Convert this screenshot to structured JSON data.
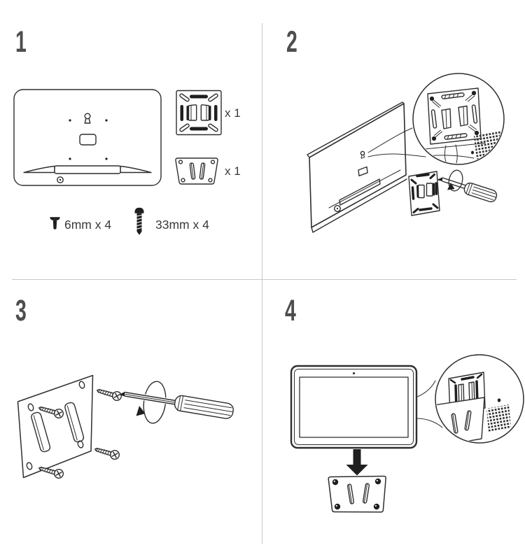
{
  "colors": {
    "background": "#ffffff",
    "line_art": "#2e2e2e",
    "solid_parts": "#1f1f1f",
    "divider": "#c8c8c8",
    "step_number": "#4d4d4d",
    "label_text": "#3a3a3a"
  },
  "steps": [
    {
      "number": "1",
      "parts": [
        {
          "icon": "vesa-adapter-plate-icon",
          "quantity_label": "x 1"
        },
        {
          "icon": "wall-mount-bracket-icon",
          "quantity_label": "x 1"
        }
      ],
      "hardware": [
        {
          "icon": "screw-6mm-icon",
          "label": "6mm x 4"
        },
        {
          "icon": "screw-33mm-icon",
          "label": "33mm x 4"
        }
      ]
    },
    {
      "number": "2"
    },
    {
      "number": "3"
    },
    {
      "number": "4"
    }
  ]
}
